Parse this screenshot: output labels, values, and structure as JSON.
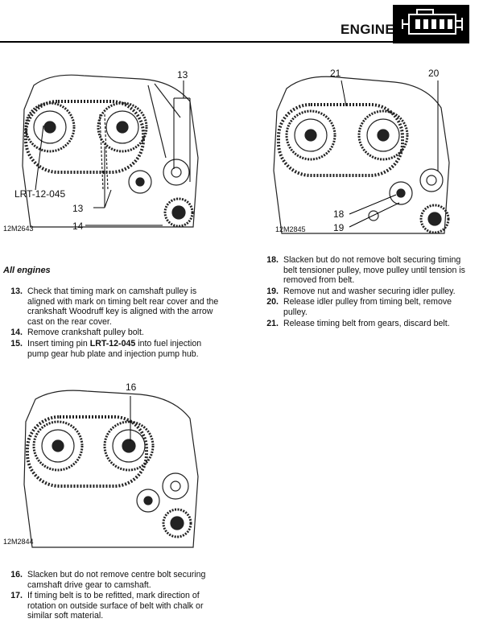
{
  "header": {
    "title": "ENGINE",
    "icon": "engine-icon"
  },
  "figures": [
    {
      "code": "12M2643",
      "labels": [
        "13",
        "LRT-12-045",
        "13",
        "14"
      ]
    },
    {
      "code": "12M2845",
      "labels": [
        "21",
        "20",
        "18",
        "19"
      ]
    },
    {
      "code": "12M2844",
      "labels": [
        "16"
      ]
    }
  ],
  "section_heading": "All engines",
  "steps_left": [
    {
      "num": "13.",
      "text": "Check that timing mark on camshaft pulley is aligned with mark on timing belt rear cover and the crankshaft Woodruff key is aligned with the arrow cast on the rear cover."
    },
    {
      "num": "14.",
      "text": "Remove crankshaft pulley bolt."
    },
    {
      "num": "15.",
      "pre": "Insert timing pin ",
      "bold": "LRT-12-045",
      "post": "  into fuel injection pump gear hub plate and injection pump hub."
    }
  ],
  "steps_right": [
    {
      "num": "18.",
      "text": "Slacken but do not remove bolt securing timing belt tensioner pulley, move pulley until tension is removed from belt."
    },
    {
      "num": "19.",
      "text": "Remove nut and washer securing idler pulley."
    },
    {
      "num": "20.",
      "text": "Release idler pulley from timing belt, remove pulley."
    },
    {
      "num": "21.",
      "text": "Release timing belt from gears, discard belt."
    }
  ],
  "steps_bottom": [
    {
      "num": "16.",
      "text": "Slacken but do not remove centre bolt securing camshaft drive gear to camshaft."
    },
    {
      "num": "17.",
      "text": "If timing belt is to be refitted, mark direction of rotation on outside surface of belt with chalk or similar soft material."
    }
  ]
}
